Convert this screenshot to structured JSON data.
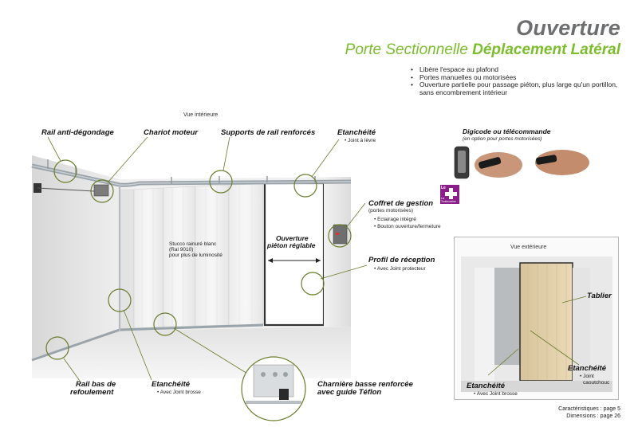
{
  "header": {
    "title": "Ouverture",
    "subtitle_plain": "Porte Sectionnelle ",
    "subtitle_bold": "Déplacement Latéral"
  },
  "bullets": [
    "Libère l'espace au plafond",
    "Portes manuelles ou motorisées",
    "Ouverture partielle pour passage piéton, plus large qu'un portillon, sans encombrement intérieur"
  ],
  "interior": {
    "view_label": "Vue intérieure",
    "rail_anti": "Rail anti-dégondage",
    "chariot": "Chariot moteur",
    "supports": "Supports de rail renforcés",
    "etancheite_top": "Etanchéité",
    "etancheite_top_sub": "Joint à lèvre",
    "stucco_1": "Stucco rainuré blanc",
    "stucco_2": "(Ral 9010)",
    "stucco_3": "pour plus de luminosité",
    "ouverture_1": "Ouverture",
    "ouverture_2": "piéton réglable",
    "coffret": "Coffret de gestion",
    "coffret_note": "(portes motorisées)",
    "coffret_sub_1": "Eclairage intégré",
    "coffret_sub_2": "Bouton ouverture/fermeture",
    "profil": "Profil de réception",
    "profil_sub": "Avec Joint protecteur",
    "rail_bas_1": "Rail bas de",
    "rail_bas_2": "refoulement",
    "etancheite_bottom": "Etanchéité",
    "etancheite_bottom_sub": "Avec Joint brosse",
    "charniere_1": "Charnière basse renforcée",
    "charniere_2": "avec guide Téflon"
  },
  "digicode": {
    "title": "Digicode ou télécommande",
    "note": "(en option pour portes motorisées)"
  },
  "logo": {
    "line1": "Le",
    "line2": "La Toulousaine"
  },
  "exterior": {
    "view_label": "Vue extérieure",
    "tablier": "Tablier",
    "etancheite_right": "Etanchéité",
    "etancheite_right_sub_1": "Joint",
    "etancheite_right_sub_2": "caoutchouc",
    "etancheite_left": "Etanchéité",
    "etancheite_left_sub": "Avec Joint brosse"
  },
  "footer": {
    "line1": "Caractéristiques : page 5",
    "line2": "Dimensions : page 26"
  },
  "colors": {
    "title_gray": "#6d6e70",
    "accent_green": "#7bbd2b",
    "callout_green": "#6a7d2e",
    "logo_purple": "#8a1f8a",
    "panel_beige": "#e2d2ad"
  }
}
